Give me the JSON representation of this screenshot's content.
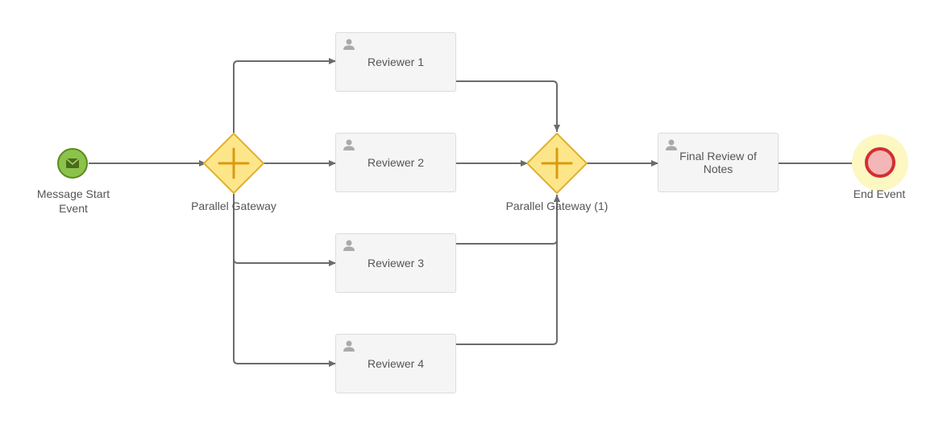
{
  "diagram": {
    "start_event": {
      "label_line1": "Message Start",
      "label_line2": "Event",
      "icon": "envelope-icon",
      "fill": "#8bc34a",
      "stroke": "#5d8a1c"
    },
    "gateway_split": {
      "label": "Parallel Gateway",
      "icon": "plus-icon",
      "fill": "#fde68a",
      "stroke": "#e0b030"
    },
    "gateway_join": {
      "label": "Parallel Gateway (1)",
      "icon": "plus-icon",
      "fill": "#fde68a",
      "stroke": "#e0b030"
    },
    "tasks": {
      "reviewer1": {
        "label": "Reviewer 1",
        "icon": "user-icon"
      },
      "reviewer2": {
        "label": "Reviewer 2",
        "icon": "user-icon"
      },
      "reviewer3": {
        "label": "Reviewer 3",
        "icon": "user-icon"
      },
      "reviewer4": {
        "label": "Reviewer 4",
        "icon": "user-icon"
      },
      "final_review": {
        "label": "Final Review of Notes",
        "icon": "user-icon"
      }
    },
    "end_event": {
      "label": "End Event",
      "fill": "#f4b6b6",
      "stroke": "#d32f2f",
      "highlight": "#fdf7c2"
    },
    "flow_color": "#6b6b6b"
  }
}
